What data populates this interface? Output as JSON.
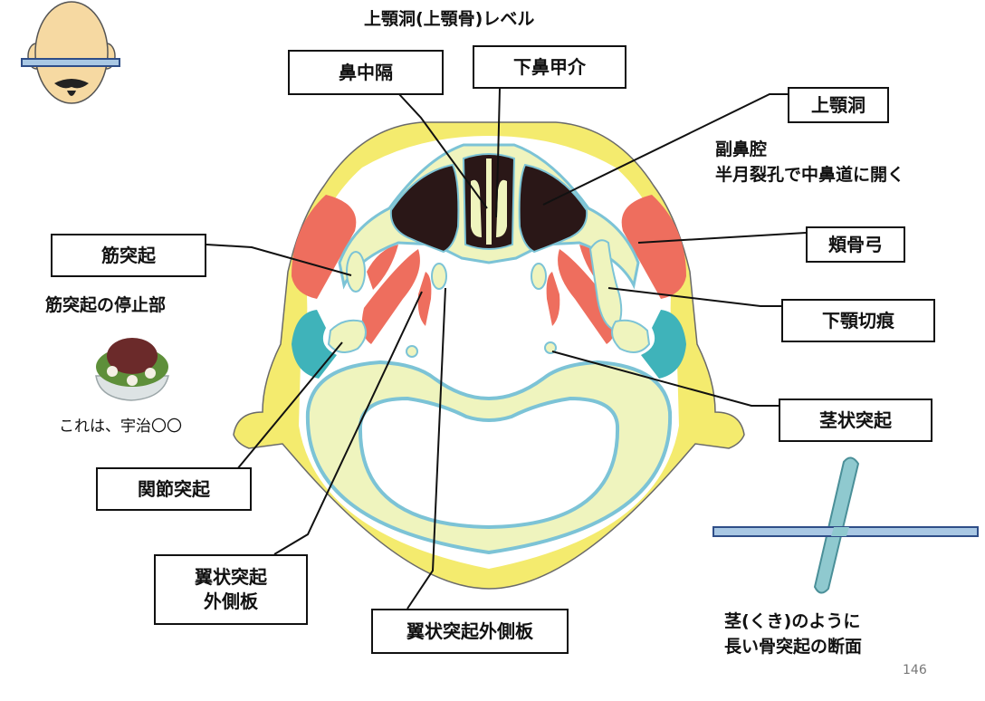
{
  "title": "上顎洞(上顎骨)レベル",
  "labels": {
    "nasal_septum": "鼻中隔",
    "inferior_concha": "下鼻甲介",
    "maxillary_sinus": "上顎洞",
    "coronoid_process": "筋突起",
    "zygomatic_arch": "頬骨弓",
    "mandibular_notch": "下顎切痕",
    "styloid_process": "茎状突起",
    "condylar_process": "関節突起",
    "pterygoid_lateral_plate_1": "翼状突起",
    "pterygoid_lateral_plate_2": "外側板",
    "pterygoid_lateral_plate_full": "翼状突起外側板"
  },
  "notes": {
    "paranasal_line1": "副鼻腔",
    "paranasal_line2": "半月裂孔で中鼻道に開く",
    "coronoid_insertion": "筋突起の停止部",
    "dessert_caption": "これは、宇治〇〇",
    "stalk_line1": "茎(くき)のように",
    "stalk_line2": "長い骨突起の断面"
  },
  "page_number": "146",
  "colors": {
    "yellow": "#F4EB6E",
    "cream": "#EFF4BE",
    "blue_outline": "#7CC3D6",
    "muscle": "#EE6E5E",
    "teal": "#3FB3BA",
    "sinus": "#2A1717",
    "plane_bar": "#A9C8E4"
  }
}
